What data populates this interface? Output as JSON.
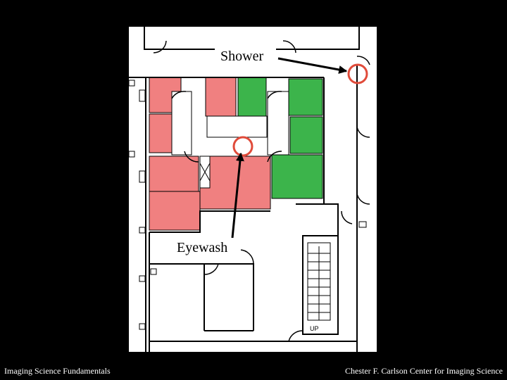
{
  "diagram": {
    "labels": {
      "shower": "Shower",
      "eyewash": "Eyewash",
      "stairs": "UP"
    },
    "colors": {
      "red_rooms": "#f08080",
      "green_rooms": "#3cb44b",
      "markers": "#e04b3a",
      "walls": "#000000"
    }
  },
  "footer": {
    "left": "Imaging Science Fundamentals",
    "right": "Chester F. Carlson Center for Imaging Science"
  }
}
